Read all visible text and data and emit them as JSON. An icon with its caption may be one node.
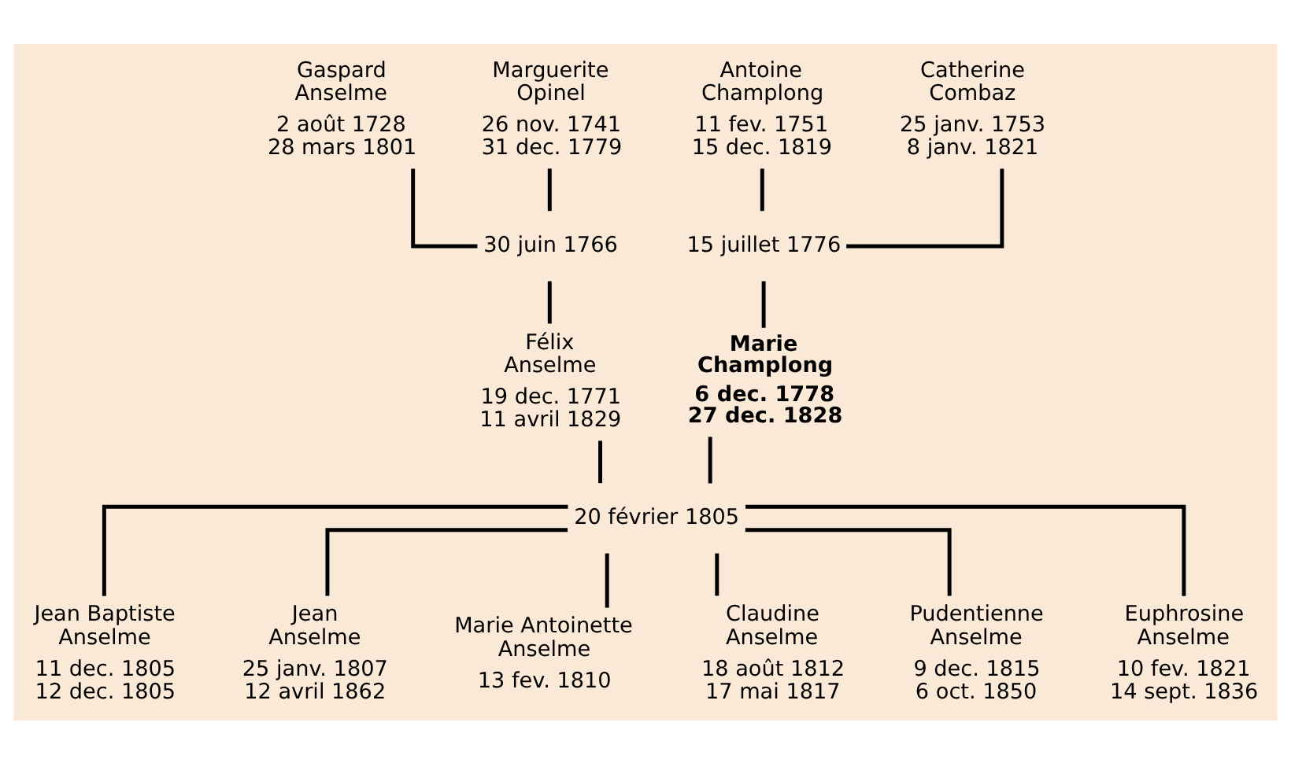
{
  "diagram": {
    "nodes": [
      {
        "text": [
          "Gaspard Anselme",
          "2 août 1728",
          "28 mars 1801"
        ]
      },
      {
        "text": [
          "Marguerite Opinel",
          "26 nov. 1741",
          "31 dec. 1779"
        ]
      },
      {
        "text": [
          "Antoine Champlong",
          "11 fev. 1751",
          "15 dec. 1819"
        ]
      },
      {
        "text": [
          "Catherine Combaz",
          "25 janv. 1753",
          "8 janv. 1821"
        ]
      },
      {
        "text": [
          "30 juin 1766"
        ]
      },
      {
        "text": [
          "15 juillet 1776"
        ]
      },
      {
        "text": [
          "Félix Anselme",
          "19 dec. 1771",
          "11 avril 1829"
        ]
      },
      {
        "text": [
          "Marie Champlong",
          "6 dec. 1778",
          "27 dec. 1828"
        ]
      },
      {
        "text": [
          "20 février 1805"
        ]
      },
      {
        "text": [
          "Jean Baptiste Anselme",
          "11 dec. 1805",
          "12 dec. 1805"
        ]
      },
      {
        "text": [
          "Jean Anselme",
          "25 janv. 1807",
          "12 avril 1862"
        ]
      },
      {
        "text": [
          "Marie Antoinette Anselme",
          "13 fev. 1810"
        ]
      },
      {
        "text": [
          "Claudine Anselme",
          "18 août 1812",
          "17 mai 1817"
        ]
      },
      {
        "text": [
          "Pudentienne Anselme",
          "9 dec. 1815",
          "6 oct. 1850"
        ]
      },
      {
        "text": [
          "Euphrosine Anselme",
          "10 fev. 1821",
          "14 sept. 1836"
        ]
      }
    ],
    "edges": [
      {
        "from": 0,
        "to": 4,
        "arrow": "none"
      },
      {
        "from": 1,
        "to": 4,
        "arrow": "none"
      },
      {
        "from": 4,
        "to": 6,
        "arrow": "none"
      },
      {
        "from": 2,
        "to": 5,
        "arrow": "none"
      },
      {
        "from": 3,
        "to": 5,
        "arrow": "none"
      },
      {
        "from": 5,
        "to": 7,
        "arrow": "none"
      },
      {
        "from": 6,
        "to": 8,
        "arrow": "none"
      },
      {
        "from": 7,
        "to": 8,
        "arrow": "none"
      },
      {
        "from": 8,
        "to": 9,
        "arrow": "none"
      },
      {
        "from": 8,
        "to": 10,
        "arrow": "none"
      },
      {
        "from": 8,
        "to": 11,
        "arrow": "none"
      },
      {
        "from": 8,
        "to": 12,
        "arrow": "none"
      },
      {
        "from": 8,
        "to": 13,
        "arrow": "none"
      },
      {
        "from": 8,
        "to": 14,
        "arrow": "none"
      }
    ]
  }
}
